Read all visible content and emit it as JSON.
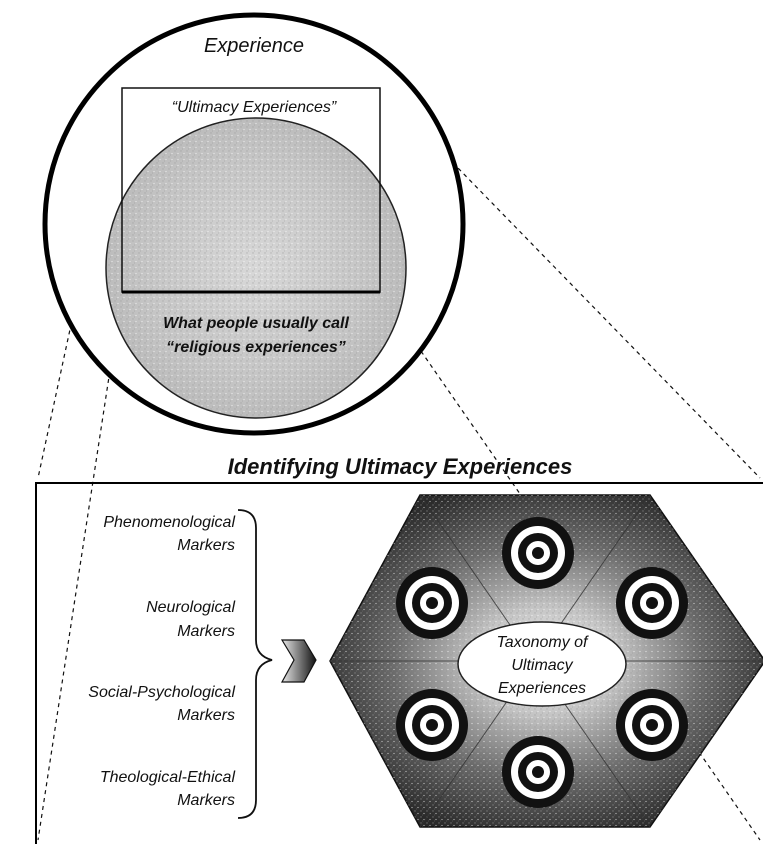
{
  "diagram": {
    "experience_label": "Experience",
    "ultimacy_label": "“Ultimacy Experiences”",
    "religious_label_line1": "What people usually call",
    "religious_label_line2": "“religious experiences”",
    "section_title": "Identifying Ultimacy Experiences",
    "markers": [
      {
        "line1": "Phenomenological",
        "line2": "Markers"
      },
      {
        "line1": "Neurological",
        "line2": "Markers"
      },
      {
        "line1": "Social-Psychological",
        "line2": "Markers"
      },
      {
        "line1": "Theological-Ethical",
        "line2": "Markers"
      }
    ],
    "center_label_line1": "Taxonomy of",
    "center_label_line2": "Ultimacy",
    "center_label_line3": "Experiences"
  }
}
